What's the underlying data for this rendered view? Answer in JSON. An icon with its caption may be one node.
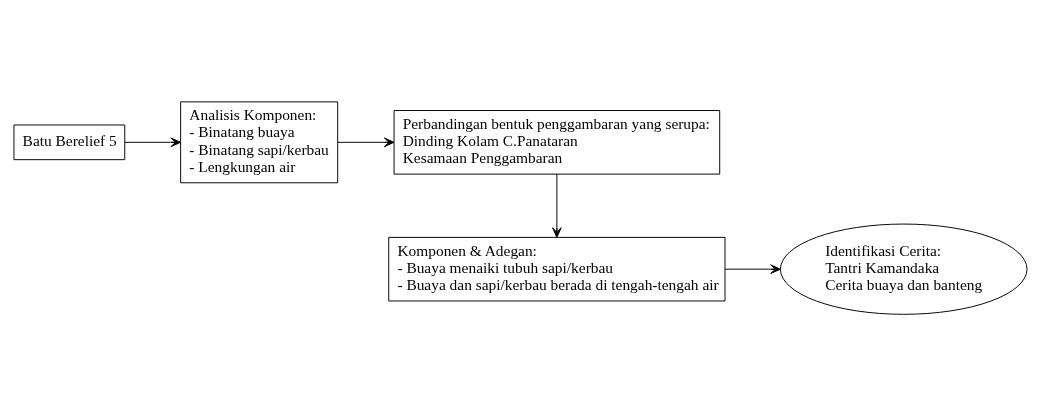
{
  "diagram": {
    "nodes": [
      {
        "text": [
          "Batu Berelief 5"
        ]
      },
      {
        "text": [
          "Analisis Komponen:",
          "- Binatang buaya",
          "- Binatang sapi/kerbau",
          "- Lengkungan air"
        ]
      },
      {
        "text": [
          "Perbandingan bentuk penggambaran yang serupa:",
          "Dinding Kolam C.Panataran",
          "Kesamaan Penggambaran"
        ]
      },
      {
        "text": [
          "Komponen & Adegan:",
          "- Buaya menaiki tubuh sapi/kerbau",
          "- Buaya dan sapi/kerbau berada di tengah-tengah air"
        ]
      },
      {
        "text": [
          "Identifikasi Cerita:",
          "Tantri Kamandaka",
          "Cerita buaya dan banteng"
        ]
      }
    ],
    "edges": [
      {
        "from": 0,
        "to": 1,
        "arrow": "to"
      },
      {
        "from": 1,
        "to": 2,
        "arrow": "to"
      },
      {
        "from": 2,
        "to": 3,
        "arrow": "to"
      },
      {
        "from": 3,
        "to": 4,
        "arrow": "to"
      }
    ]
  }
}
